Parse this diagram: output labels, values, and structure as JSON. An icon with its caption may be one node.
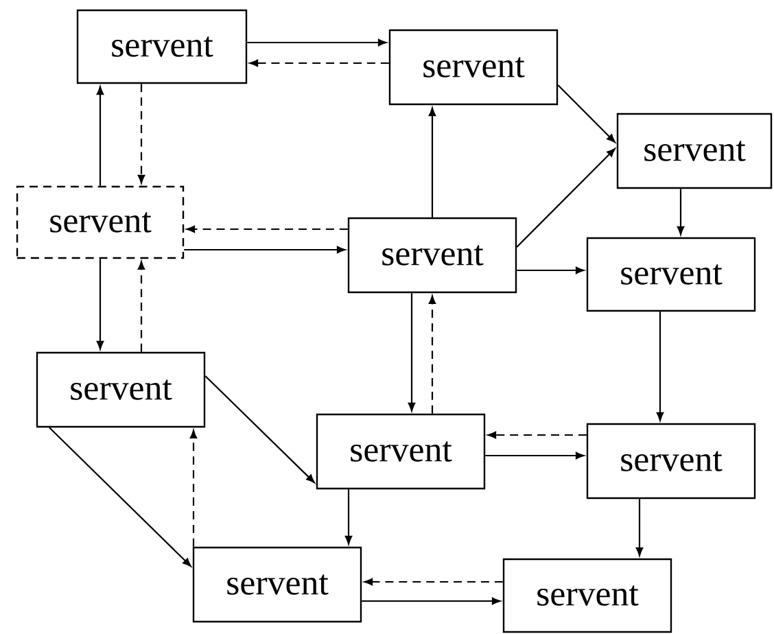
{
  "diagram": {
    "nodes": [
      {
        "text": [
          "servent"
        ]
      },
      {
        "text": [
          "servent"
        ]
      },
      {
        "text": [
          "servent"
        ]
      },
      {
        "text": [
          "servent"
        ]
      },
      {
        "text": [
          "servent"
        ]
      },
      {
        "text": [
          "servent"
        ]
      },
      {
        "text": [
          "servent"
        ]
      },
      {
        "text": [
          "servent"
        ]
      },
      {
        "text": [
          "servent"
        ]
      },
      {
        "text": [
          "servent"
        ]
      },
      {
        "text": [
          "servent"
        ]
      }
    ],
    "edges": [
      {
        "from": 0,
        "to": 1,
        "arrow": "to"
      },
      {
        "from": 1,
        "to": 0,
        "arrow": "to",
        "style": "dashed"
      },
      {
        "from": 3,
        "to": 0,
        "arrow": "to"
      },
      {
        "from": 0,
        "to": 3,
        "arrow": "to",
        "style": "dashed"
      },
      {
        "from": 4,
        "to": 3,
        "arrow": "to",
        "style": "dashed"
      },
      {
        "from": 3,
        "to": 4,
        "arrow": "to"
      },
      {
        "from": 4,
        "to": 1,
        "arrow": "to"
      },
      {
        "from": 1,
        "to": 2,
        "arrow": "to"
      },
      {
        "from": 4,
        "to": 2,
        "arrow": "to"
      },
      {
        "from": 4,
        "to": 5,
        "arrow": "to"
      },
      {
        "from": 2,
        "to": 5,
        "arrow": "to"
      },
      {
        "from": 3,
        "to": 6,
        "arrow": "to"
      },
      {
        "from": 6,
        "to": 3,
        "arrow": "to",
        "style": "dashed"
      },
      {
        "from": 4,
        "to": 7,
        "arrow": "to"
      },
      {
        "from": 7,
        "to": 4,
        "arrow": "to",
        "style": "dashed"
      },
      {
        "from": 5,
        "to": 8,
        "arrow": "to"
      },
      {
        "from": 8,
        "to": 7,
        "arrow": "to",
        "style": "dashed"
      },
      {
        "from": 7,
        "to": 8,
        "arrow": "to"
      },
      {
        "from": 6,
        "to": 7,
        "arrow": "to"
      },
      {
        "from": 6,
        "to": 9,
        "arrow": "to"
      },
      {
        "from": 9,
        "to": 6,
        "arrow": "to",
        "style": "dashed"
      },
      {
        "from": 7,
        "to": 9,
        "arrow": "to"
      },
      {
        "from": 8,
        "to": 10,
        "arrow": "to"
      },
      {
        "from": 10,
        "to": 9,
        "arrow": "to",
        "style": "dashed"
      },
      {
        "from": 9,
        "to": 10,
        "arrow": "to"
      }
    ]
  }
}
